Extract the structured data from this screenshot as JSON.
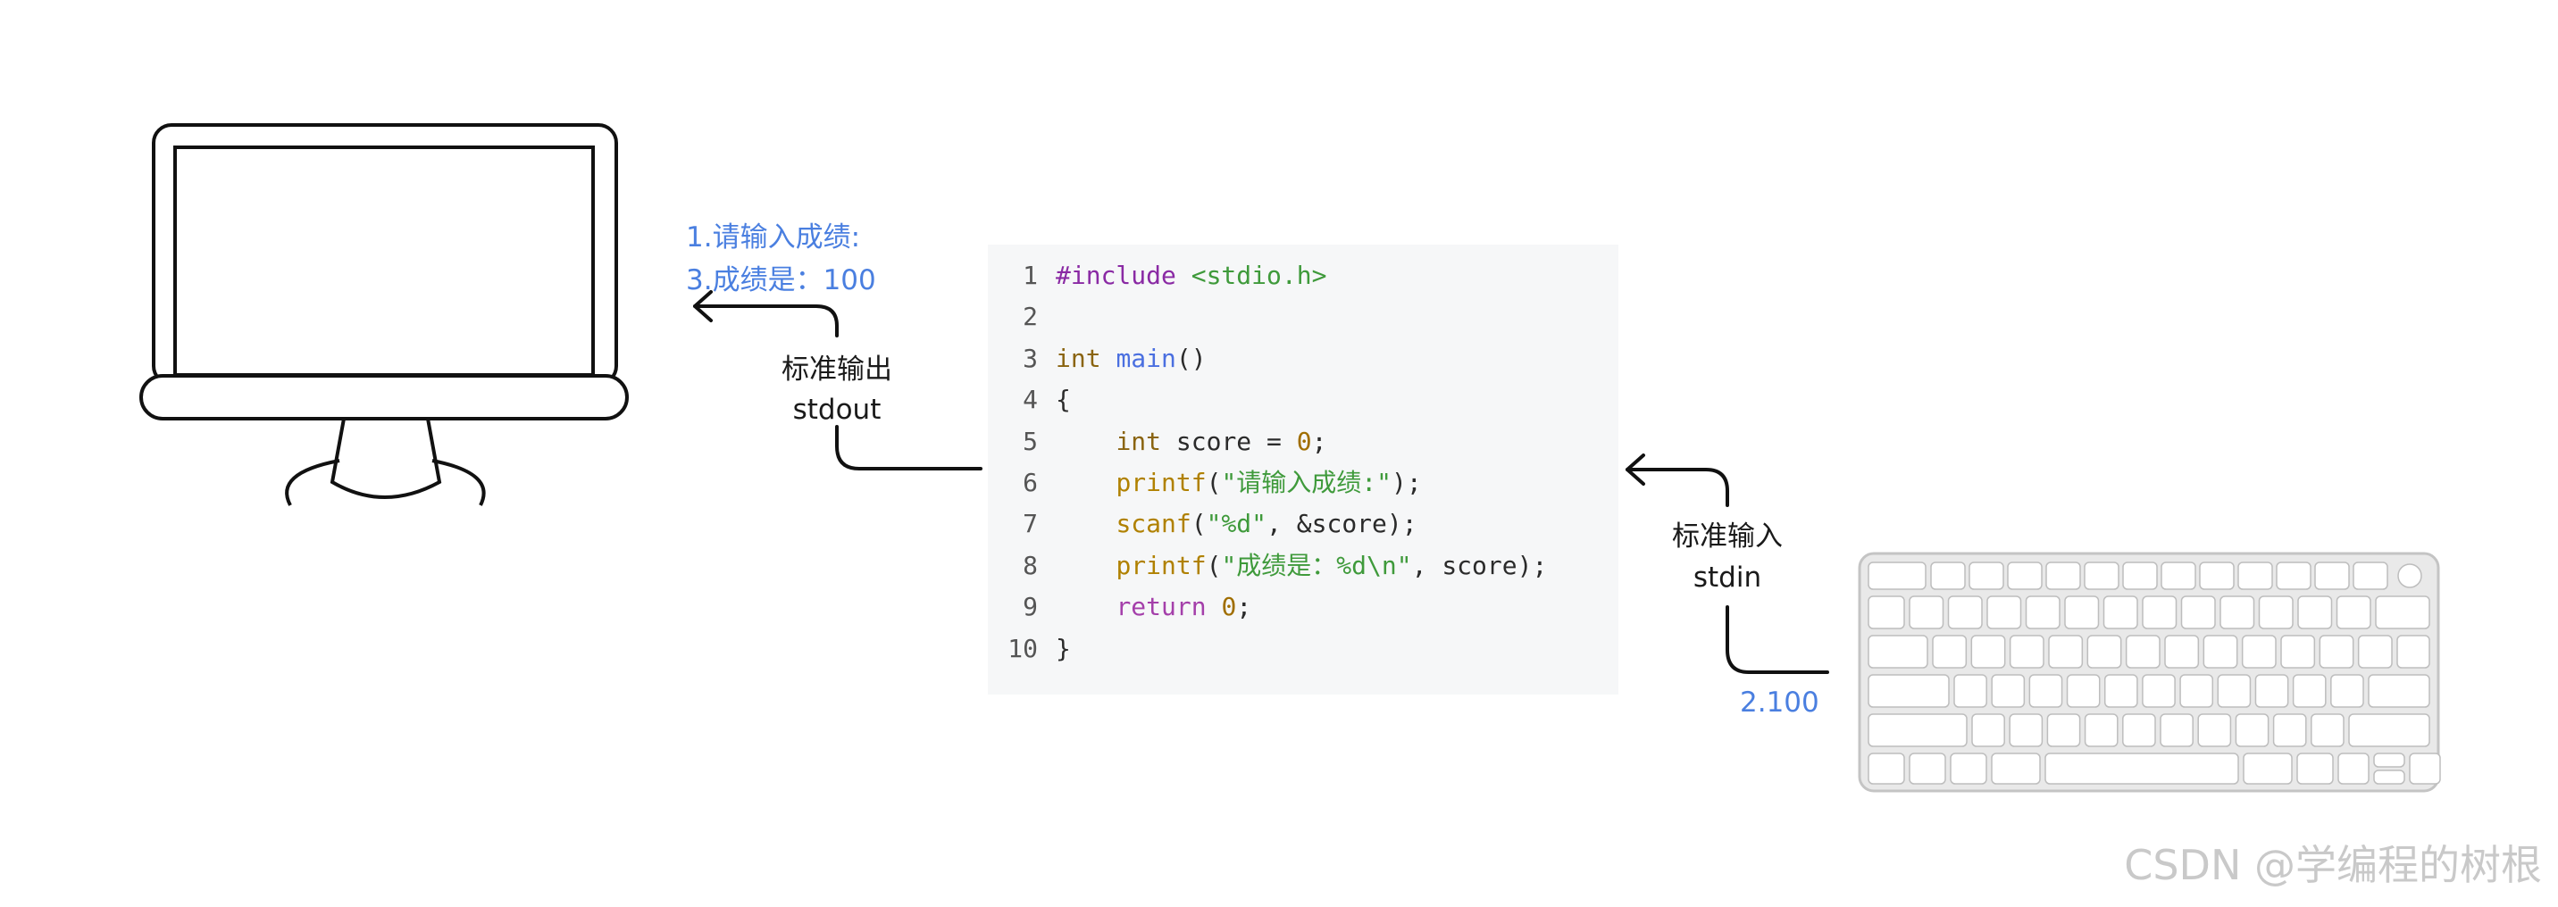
{
  "stdout_label": {
    "zh": "标准输出",
    "en": "stdout"
  },
  "stdin_label": {
    "zh": "标准输入",
    "en": "stdin"
  },
  "output_lines": [
    "1.请输入成绩:",
    "3.成绩是：100"
  ],
  "input_value": "2.100",
  "code": [
    {
      "n": "1",
      "tokens": [
        {
          "t": "#include ",
          "c": "c-meta"
        },
        {
          "t": "<stdio.h>",
          "c": "c-str"
        }
      ]
    },
    {
      "n": "2",
      "tokens": []
    },
    {
      "n": "3",
      "tokens": [
        {
          "t": "int",
          "c": "c-type"
        },
        {
          "t": " "
        },
        {
          "t": "main",
          "c": "c-fn"
        },
        {
          "t": "()"
        }
      ]
    },
    {
      "n": "4",
      "tokens": [
        {
          "t": "{"
        }
      ]
    },
    {
      "n": "5",
      "tokens": [
        {
          "t": "    "
        },
        {
          "t": "int",
          "c": "c-type"
        },
        {
          "t": " score = "
        },
        {
          "t": "0",
          "c": "c-num"
        },
        {
          "t": ";"
        }
      ]
    },
    {
      "n": "6",
      "tokens": [
        {
          "t": "    "
        },
        {
          "t": "printf",
          "c": "c-call"
        },
        {
          "t": "("
        },
        {
          "t": "\"请输入成绩:\"",
          "c": "c-str"
        },
        {
          "t": ");"
        }
      ]
    },
    {
      "n": "7",
      "tokens": [
        {
          "t": "    "
        },
        {
          "t": "scanf",
          "c": "c-call"
        },
        {
          "t": "("
        },
        {
          "t": "\"%d\"",
          "c": "c-str"
        },
        {
          "t": ", &score);"
        }
      ]
    },
    {
      "n": "8",
      "tokens": [
        {
          "t": "    "
        },
        {
          "t": "printf",
          "c": "c-call"
        },
        {
          "t": "("
        },
        {
          "t": "\"成绩是：%d\\n\"",
          "c": "c-str"
        },
        {
          "t": ", score);"
        }
      ]
    },
    {
      "n": "9",
      "tokens": [
        {
          "t": "    "
        },
        {
          "t": "return",
          "c": "c-kw"
        },
        {
          "t": " "
        },
        {
          "t": "0",
          "c": "c-num"
        },
        {
          "t": ";"
        }
      ]
    },
    {
      "n": "10",
      "tokens": [
        {
          "t": "}"
        }
      ]
    }
  ],
  "watermark": "CSDN @学编程的树根",
  "colors": {
    "accent_blue": "#4a7fe0",
    "code_bg": "#f6f7f8"
  }
}
